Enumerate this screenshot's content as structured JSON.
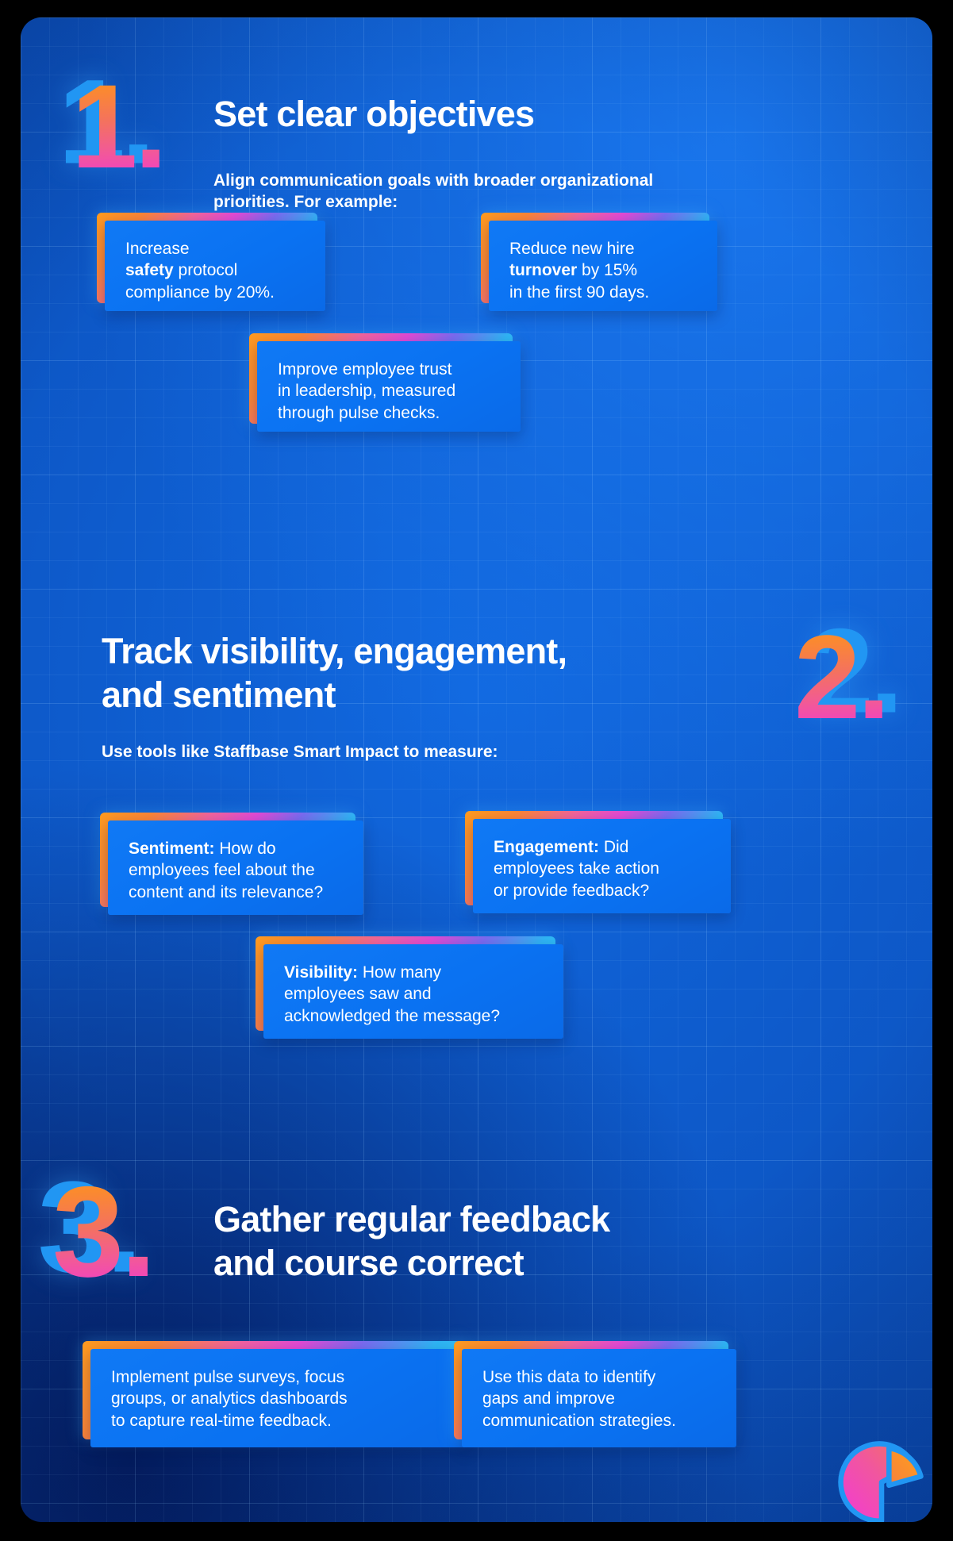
{
  "theme": {
    "background_blue": "#0d57c6",
    "card_blue": "#0a72f2",
    "accent_orange": "#ff9b1f",
    "accent_pink": "#f03ad0",
    "accent_cyan": "#2ad2f0",
    "text_white": "#ffffff"
  },
  "sections": [
    {
      "number": "1.",
      "heading": "Set clear objectives",
      "subheading": "Align communication goals with broader organizational\npriorities. For example:",
      "cards": [
        {
          "name": "card-safety-compliance",
          "text": "Increase\nsafety protocol\ncompliance by 20%."
        },
        {
          "name": "card-new-hire-turnover",
          "text": "Reduce new hire\nturnover by 15%\nin the first 90 days."
        },
        {
          "name": "card-employee-trust",
          "text": "Improve employee trust\nin leadership, measured\nthrough pulse checks."
        }
      ]
    },
    {
      "number": "2.",
      "heading": "Track visibility, engagement,\nand sentiment",
      "subheading": "Use tools like Staffbase Smart Impact to measure:",
      "cards": [
        {
          "name": "card-sentiment",
          "text": "Sentiment: How do\nemployees feel about the\ncontent and its relevance?"
        },
        {
          "name": "card-engagement",
          "text": "Engagement: Did\nemployees take action\nor provide feedback?"
        },
        {
          "name": "card-visibility",
          "text": "Visibility: How many\nemployees saw and\nacknowledged the message?"
        }
      ]
    },
    {
      "number": "3.",
      "heading": "Gather regular feedback\nand course correct",
      "subheading": "",
      "cards": [
        {
          "name": "card-pulse-surveys",
          "text": "Implement pulse surveys, focus\ngroups, or analytics dashboards\nto capture real-time feedback."
        },
        {
          "name": "card-identify-gaps",
          "text": "Use this data to identify\ngaps and improve\ncommunication strategies."
        }
      ]
    }
  ],
  "decoration": {
    "pie_chart_icon": "pie-chart-icon"
  }
}
